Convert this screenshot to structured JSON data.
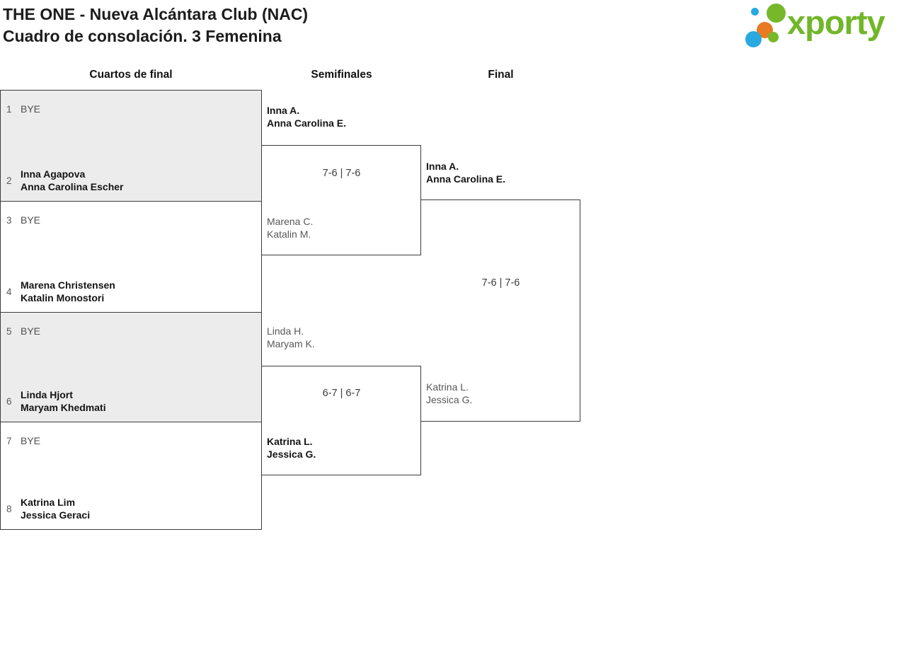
{
  "header": {
    "title_line1": "THE ONE - Nueva Alcántara Club (NAC)",
    "title_line2": "Cuadro de consolación. 3 Femenina",
    "logo_text": "xporty"
  },
  "colors": {
    "logo_green": "#72b629",
    "logo_blue": "#29a9e0",
    "logo_orange": "#e87a22",
    "bracket_border": "#3b3b3b",
    "shaded_block": "#ececec",
    "winner_text": "#141414",
    "secondary_text": "#58585a"
  },
  "rounds": [
    {
      "label": "Cuartos de final"
    },
    {
      "label": "Semifinales"
    },
    {
      "label": "Final"
    }
  ],
  "quarterfinals": [
    {
      "seed_top": "1",
      "top": "BYE",
      "seed_bottom": "2",
      "bottom_line1": "Inna Agapova",
      "bottom_line2": "Anna Carolina Escher",
      "shaded": true
    },
    {
      "seed_top": "3",
      "top": "BYE",
      "seed_bottom": "4",
      "bottom_line1": "Marena Christensen",
      "bottom_line2": "Katalin Monostori",
      "shaded": false
    },
    {
      "seed_top": "5",
      "top": "BYE",
      "seed_bottom": "6",
      "bottom_line1": "Linda Hjort",
      "bottom_line2": "Maryam Khedmati",
      "shaded": true
    },
    {
      "seed_top": "7",
      "top": "BYE",
      "seed_bottom": "8",
      "bottom_line1": "Katrina Lim",
      "bottom_line2": "Jessica Geraci",
      "shaded": false
    }
  ],
  "semifinals": [
    {
      "top_line1": "Inna A.",
      "top_line2": "Anna Carolina E.",
      "top_is_winner": true,
      "score": "7-6 | 7-6",
      "bottom_line1": "Marena C.",
      "bottom_line2": "Katalin M.",
      "bottom_is_winner": false
    },
    {
      "top_line1": "Linda H.",
      "top_line2": "Maryam K.",
      "top_is_winner": false,
      "score": "6-7 | 6-7",
      "bottom_line1": "Katrina L.",
      "bottom_line2": "Jessica G.",
      "bottom_is_winner": true
    }
  ],
  "final": {
    "top_line1": "Inna A.",
    "top_line2": "Anna Carolina E.",
    "top_is_winner": true,
    "score": "7-6 | 7-6",
    "bottom_line1": "Katrina L.",
    "bottom_line2": "Jessica G.",
    "bottom_is_winner": false
  }
}
